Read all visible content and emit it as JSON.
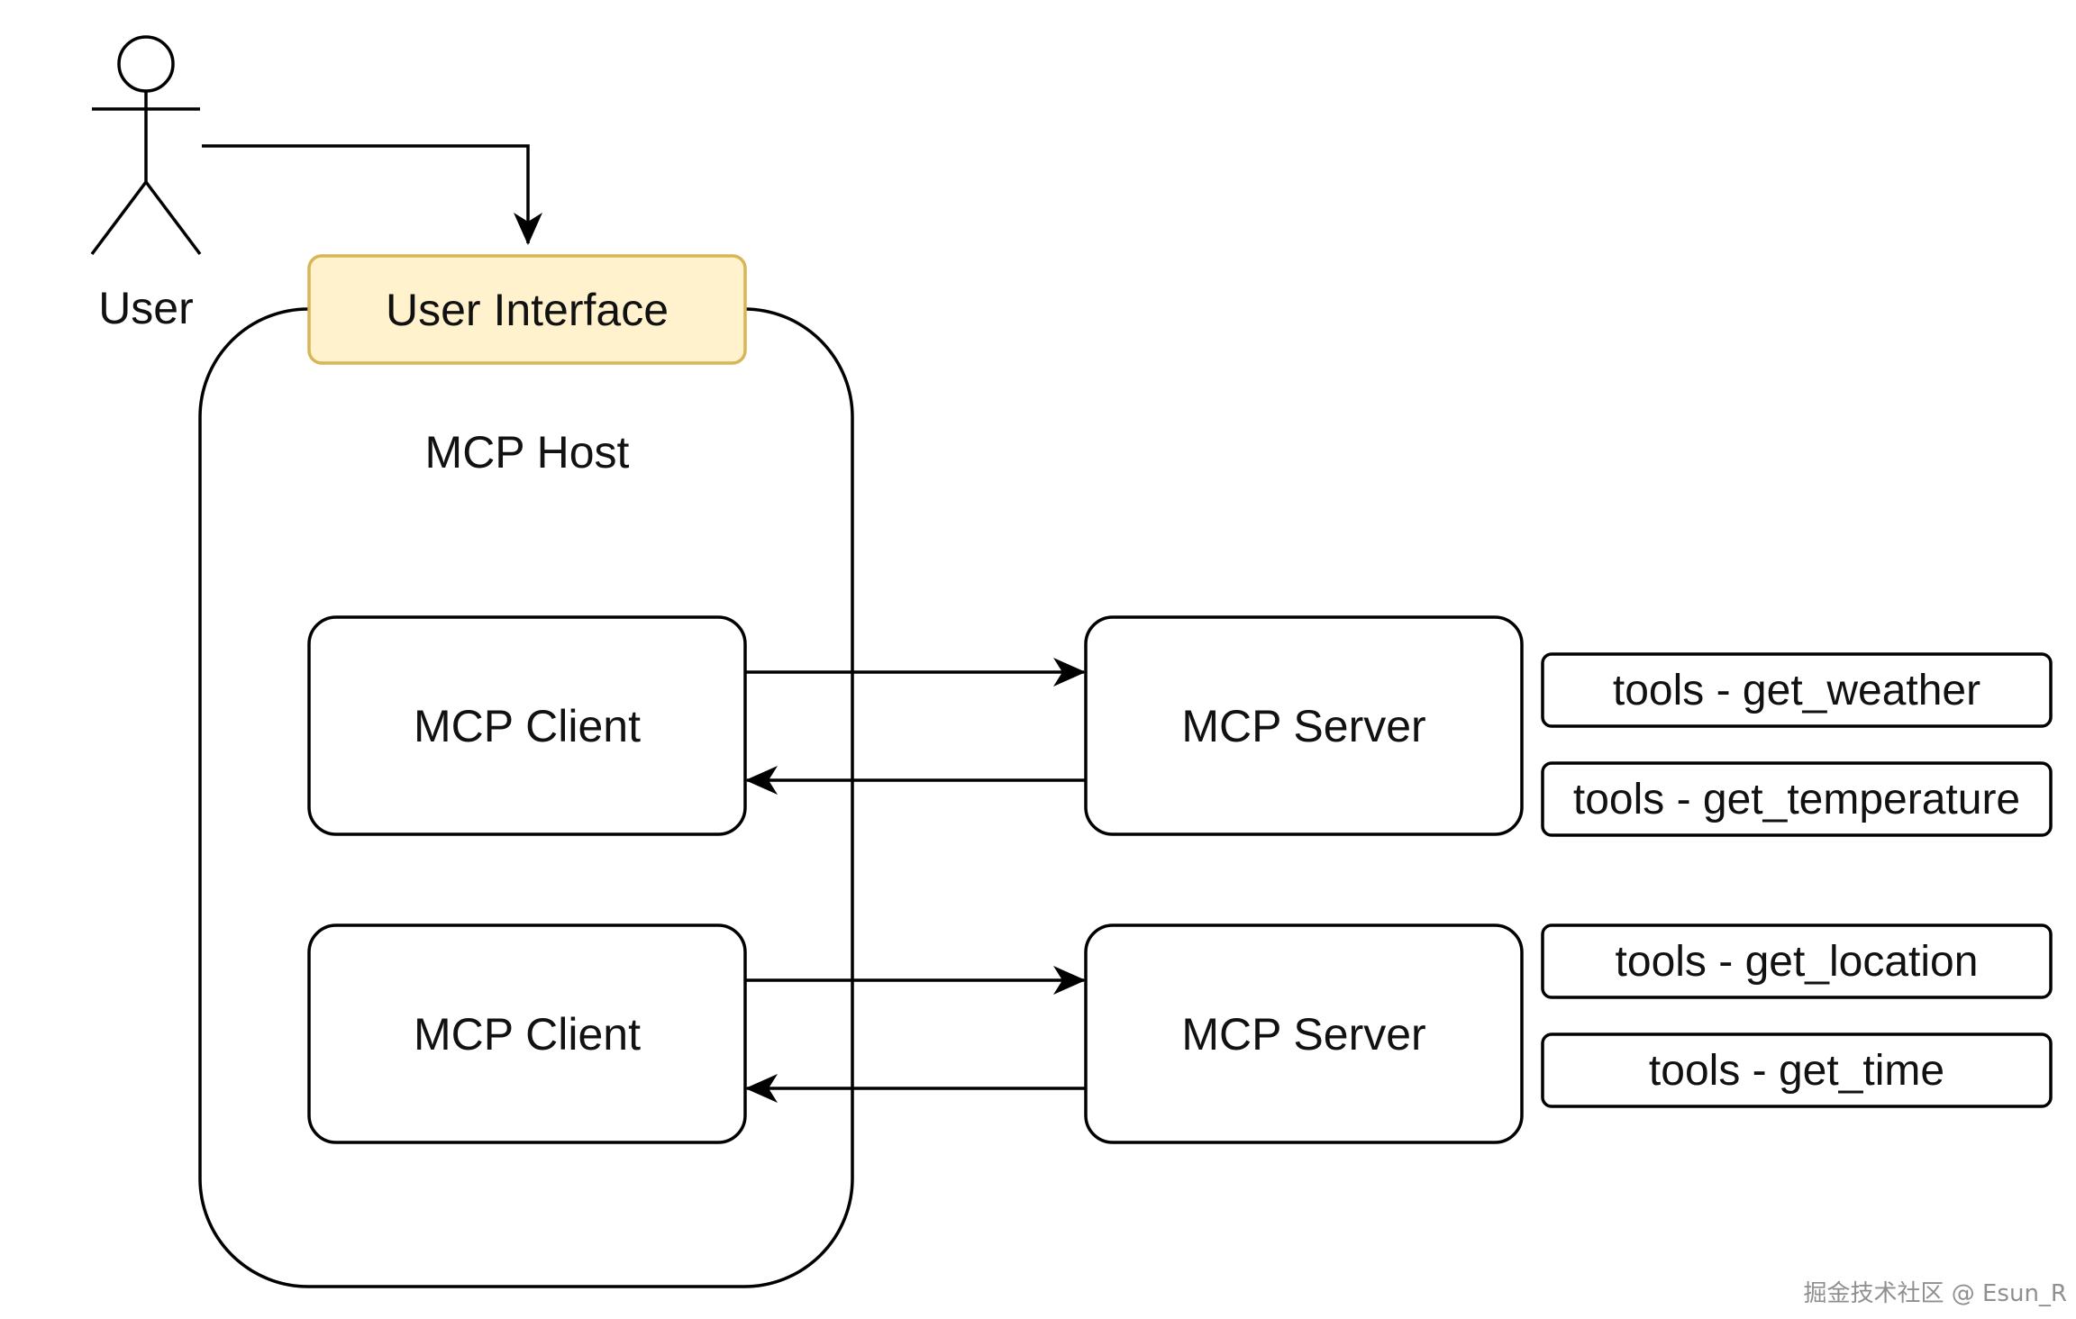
{
  "diagram": {
    "actor_label": "User",
    "ui_label": "User Interface",
    "host_label": "MCP Host",
    "clients": [
      {
        "label": "MCP Client"
      },
      {
        "label": "MCP Client"
      }
    ],
    "servers": [
      {
        "label": "MCP Server"
      },
      {
        "label": "MCP Server"
      }
    ],
    "tools": [
      {
        "label": "tools - get_weather"
      },
      {
        "label": "tools - get_temperature"
      },
      {
        "label": "tools - get_location"
      },
      {
        "label": "tools - get_time"
      }
    ]
  },
  "watermark": "掘金技术社区 @ Esun_R",
  "colors": {
    "stroke": "#000000",
    "ui_fill": "#FFF2CC",
    "ui_stroke": "#D6B656",
    "text": "#111111"
  }
}
